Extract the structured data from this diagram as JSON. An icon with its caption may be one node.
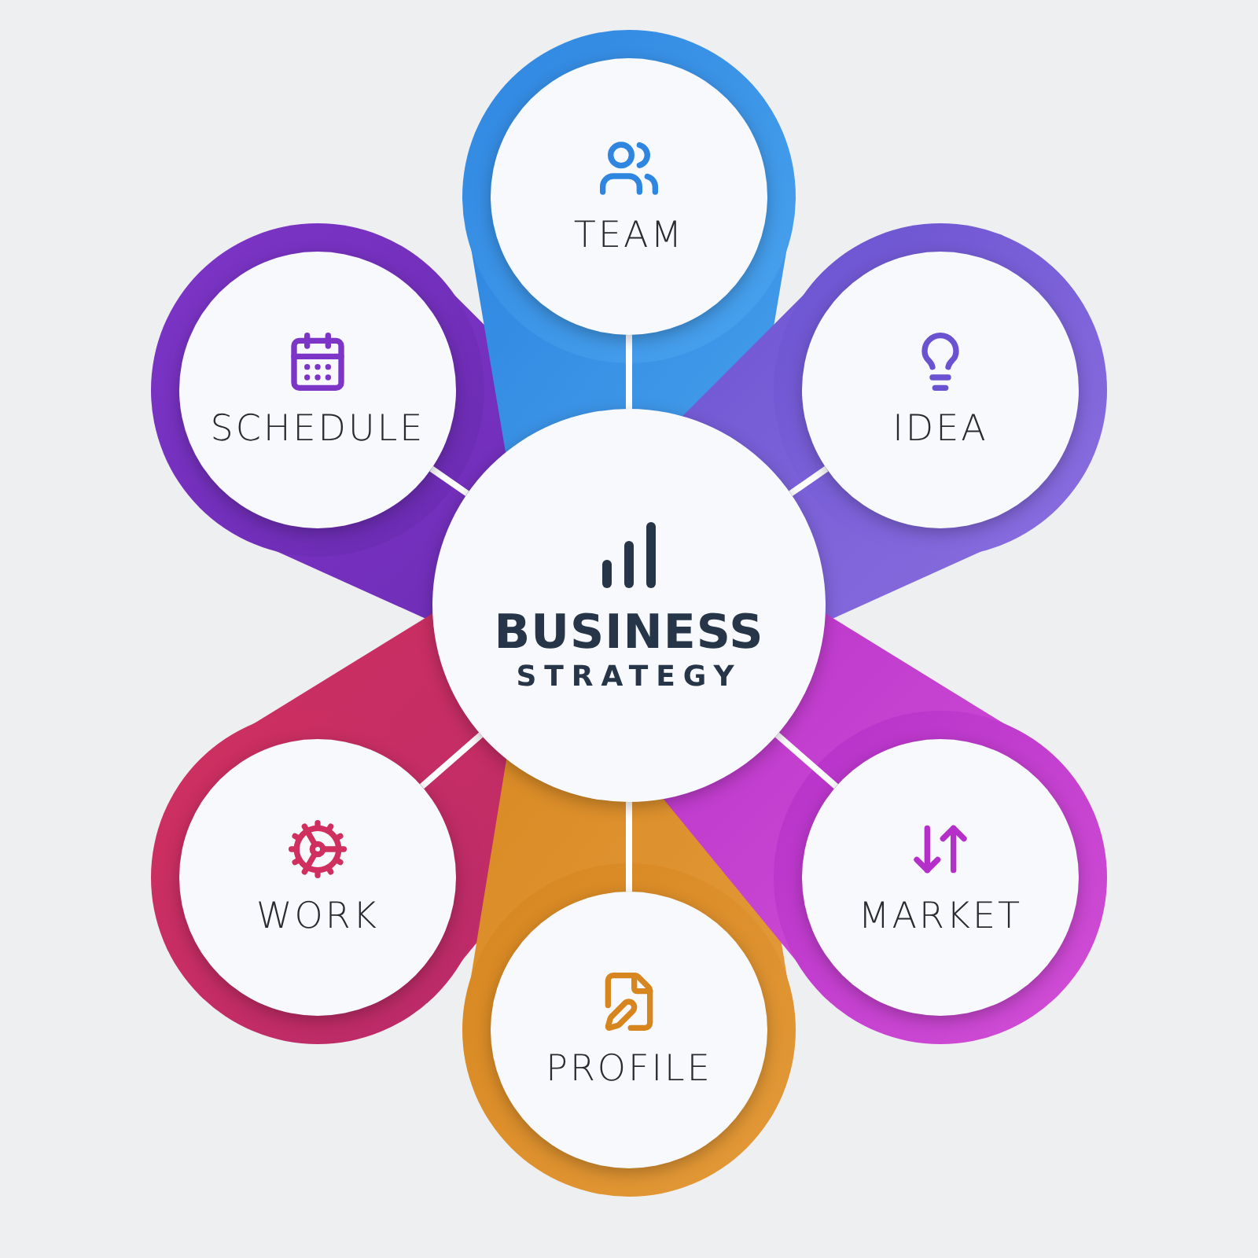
{
  "diagram": {
    "nodes": [
      {
        "text": [
          "BUSINESS",
          "STRATEGY"
        ]
      },
      {
        "text": [
          "TEAM"
        ]
      },
      {
        "text": [
          "IDEA"
        ]
      },
      {
        "text": [
          "MARKET"
        ]
      },
      {
        "text": [
          "PROFILE"
        ]
      },
      {
        "text": [
          "WORK"
        ]
      },
      {
        "text": [
          "SCHEDULE"
        ]
      }
    ],
    "edges": [
      {
        "from": 1,
        "to": 0,
        "arrow": "none"
      },
      {
        "from": 2,
        "to": 0,
        "arrow": "none"
      },
      {
        "from": 3,
        "to": 0,
        "arrow": "none"
      },
      {
        "from": 4,
        "to": 0,
        "arrow": "none"
      },
      {
        "from": 5,
        "to": 0,
        "arrow": "none"
      },
      {
        "from": 6,
        "to": 0,
        "arrow": "none"
      }
    ]
  }
}
